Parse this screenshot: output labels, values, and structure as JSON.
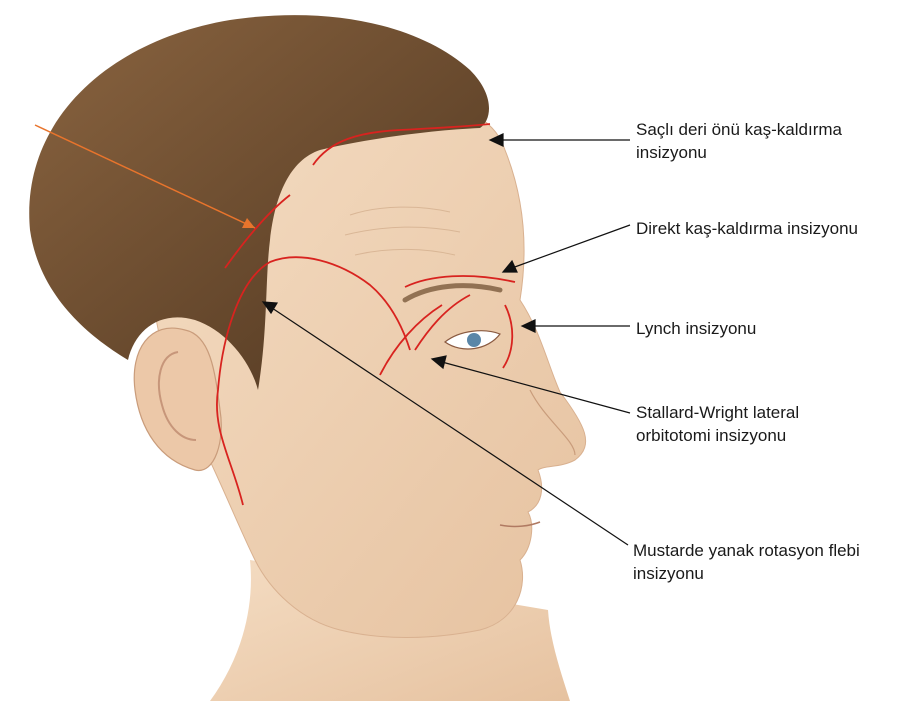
{
  "figure": {
    "colors": {
      "incision": "#d8231f",
      "pointer_orange": "#e8742c",
      "leader": "#111111",
      "hair": "#6b4a2a",
      "skin": "#efd3b6"
    },
    "labels": [
      {
        "id": "scalp-browlift",
        "text": "Saçlı deri önü kaş-kaldırma\ninsizyonu"
      },
      {
        "id": "direct-browlift",
        "text": "Direkt kaş-kaldırma insizyonu"
      },
      {
        "id": "lynch",
        "text": "Lynch insizyonu"
      },
      {
        "id": "stallard-wright",
        "text": "Stallard-Wright lateral\norbitotomi insizyonu"
      },
      {
        "id": "mustarde",
        "text": "Mustarde yanak rotasyon flebi\ninsizyonu"
      }
    ]
  }
}
